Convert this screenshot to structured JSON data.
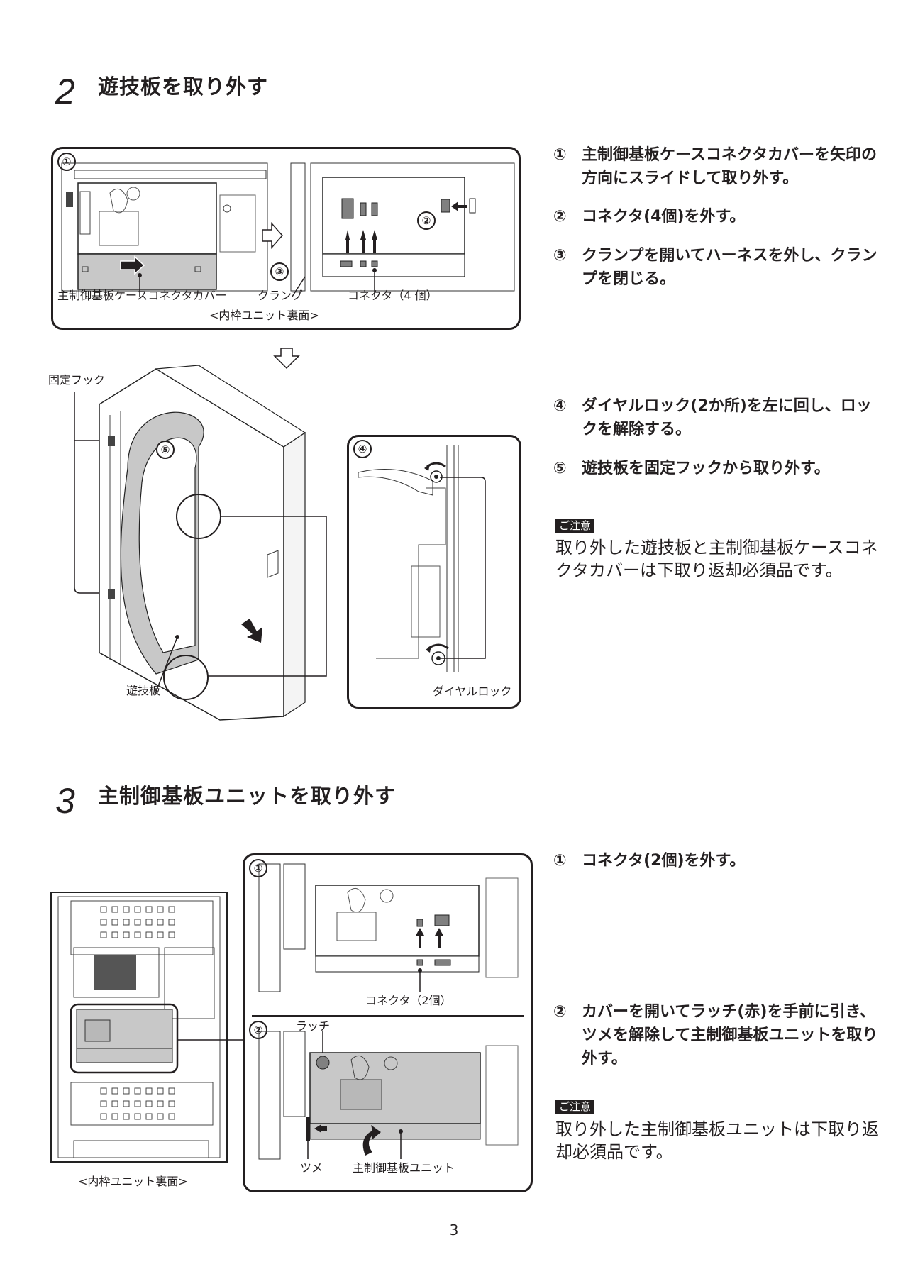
{
  "page_number": "3",
  "section2": {
    "number": "2",
    "title": "遊技板を取り外す",
    "panel_top": {
      "step1_marker": "①",
      "step2_marker": "②",
      "step3_marker": "③",
      "label_cover": "主制御基板ケースコネクタカバー",
      "label_clamp": "クランプ",
      "label_connector": "コネクタ（4 個）",
      "caption": "<内枠ユニット裏面>"
    },
    "figure_main": {
      "label_hook": "固定フック",
      "label_board": "遊技板",
      "step5_marker": "⑤"
    },
    "panel_detail": {
      "step4_marker": "④",
      "label_dial_lock": "ダイヤルロック"
    },
    "steps": [
      {
        "num": "①",
        "text": "主制御基板ケースコネクタカバーを矢印の方向にスライドして取り外す。"
      },
      {
        "num": "②",
        "text": "コネクタ(4個)を外す。"
      },
      {
        "num": "③",
        "text": "クランプを開いてハーネスを外し、クランプを閉じる。"
      },
      {
        "num": "④",
        "text": "ダイヤルロック(2か所)を左に回し、ロックを解除する。"
      },
      {
        "num": "⑤",
        "text": "遊技板を固定フックから取り外す。"
      }
    ],
    "caution": {
      "badge": "ご注意",
      "text": "取り外した遊技板と主制御基板ケースコネクタカバーは下取り返却必須品です。"
    }
  },
  "section3": {
    "number": "3",
    "title": "主制御基板ユニットを取り外す",
    "figure_overview": {
      "caption": "<内枠ユニット裏面>"
    },
    "panel": {
      "step1_marker": "①",
      "label_connector": "コネクタ（2個）",
      "step2_marker": "②",
      "label_latch": "ラッチ",
      "label_claw": "ツメ",
      "label_unit": "主制御基板ユニット"
    },
    "steps": [
      {
        "num": "①",
        "text": "コネクタ(2個)を外す。"
      },
      {
        "num": "②",
        "text": "カバーを開いてラッチ(赤)を手前に引き、ツメを解除して主制御基板ユニットを取り外す。"
      }
    ],
    "caution": {
      "badge": "ご注意",
      "text": "取り外した主制御基板ユニットは下取り返却必須品です。"
    }
  }
}
